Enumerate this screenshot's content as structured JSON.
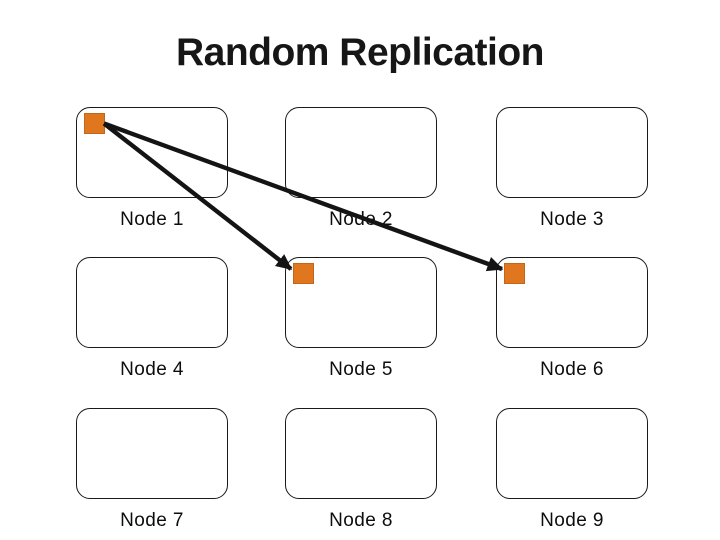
{
  "slide": {
    "title": "Random Replication"
  },
  "colors": {
    "marker_fill": "#E0771F",
    "marker_border": "#C2661A",
    "arrow": "#141414",
    "box_border": "#1A1A1A"
  },
  "nodes": [
    {
      "id": 1,
      "label": "Node 1",
      "marked": true
    },
    {
      "id": 2,
      "label": "Node 2",
      "marked": false
    },
    {
      "id": 3,
      "label": "Node 3",
      "marked": false
    },
    {
      "id": 4,
      "label": "Node 4",
      "marked": false
    },
    {
      "id": 5,
      "label": "Node 5",
      "marked": true
    },
    {
      "id": 6,
      "label": "Node 6",
      "marked": true
    },
    {
      "id": 7,
      "label": "Node 7",
      "marked": false
    },
    {
      "id": 8,
      "label": "Node 8",
      "marked": false
    },
    {
      "id": 9,
      "label": "Node 9",
      "marked": false
    }
  ],
  "connections": [
    {
      "from": 1,
      "to": 5
    },
    {
      "from": 1,
      "to": 6
    }
  ]
}
